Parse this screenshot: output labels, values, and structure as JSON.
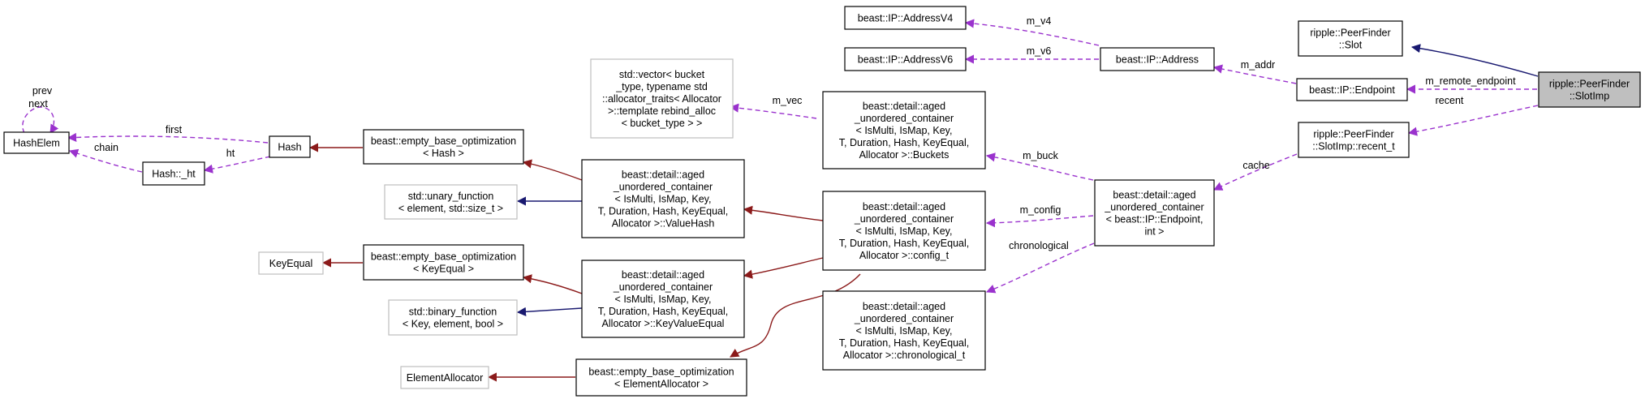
{
  "nodes": {
    "hashelem": [
      "HashElem"
    ],
    "hash": [
      "Hash"
    ],
    "hash_ht": [
      "Hash::_ht"
    ],
    "ebo_hash": [
      "beast::empty_base_optimization",
      "< Hash >"
    ],
    "unary_function": [
      "std::unary_function",
      "< element, std::size_t >"
    ],
    "keyequal": [
      "KeyEqual"
    ],
    "ebo_keyequal": [
      "beast::empty_base_optimization",
      "< KeyEqual >"
    ],
    "binary_function": [
      "std::binary_function",
      "< Key, element, bool >"
    ],
    "elementallocator": [
      "ElementAllocator"
    ],
    "ebo_elementallocator": [
      "beast::empty_base_optimization",
      "< ElementAllocator >"
    ],
    "std_vector": [
      "std::vector< bucket",
      "_type, typename std",
      "::allocator_traits< Allocator",
      ">::template rebind_alloc",
      "< bucket_type > >"
    ],
    "valuehash": [
      "beast::detail::aged",
      "_unordered_container",
      "< IsMulti, IsMap, Key,",
      "T, Duration, Hash, KeyEqual,",
      "Allocator >::ValueHash"
    ],
    "keyvalueequal": [
      "beast::detail::aged",
      "_unordered_container",
      "< IsMulti, IsMap, Key,",
      "T, Duration, Hash, KeyEqual,",
      "Allocator >::KeyValueEqual"
    ],
    "buckets": [
      "beast::detail::aged",
      "_unordered_container",
      "< IsMulti, IsMap, Key,",
      "T, Duration, Hash, KeyEqual,",
      "Allocator >::Buckets"
    ],
    "config_t": [
      "beast::detail::aged",
      "_unordered_container",
      "< IsMulti, IsMap, Key,",
      "T, Duration, Hash, KeyEqual,",
      "Allocator >::config_t"
    ],
    "chronological_t": [
      "beast::detail::aged",
      "_unordered_container",
      "< IsMulti, IsMap, Key,",
      "T, Duration, Hash, KeyEqual,",
      "Allocator >::chronological_t"
    ],
    "addressv4": [
      "beast::IP::AddressV4"
    ],
    "addressv6": [
      "beast::IP::AddressV6"
    ],
    "address": [
      "beast::IP::Address"
    ],
    "endpoint": [
      "beast::IP::Endpoint"
    ],
    "aged_endpoint": [
      "beast::detail::aged",
      "_unordered_container",
      "< beast::IP::Endpoint,",
      "int >"
    ],
    "slot": [
      "ripple::PeerFinder",
      "::Slot"
    ],
    "recent_t": [
      "ripple::PeerFinder",
      "::SlotImp::recent_t"
    ],
    "slotimp": [
      "ripple::PeerFinder",
      "::SlotImp"
    ]
  },
  "edges": {
    "prev": "prev",
    "next": "next",
    "first": "first",
    "chain": "chain",
    "ht": "ht",
    "m_vec": "m_vec",
    "m_buck": "m_buck",
    "m_config": "m_config",
    "chronological": "chronological",
    "cache": "cache",
    "m_v4": "m_v4",
    "m_v6": "m_v6",
    "m_addr": "m_addr",
    "m_remote_endpoint": "m_remote_endpoint",
    "recent": "recent"
  },
  "colors": {
    "inheritance_public": "#191970",
    "inheritance_private": "#8b1a1a",
    "usage": "#9a32cd",
    "focus_fill": "#bfbfbf",
    "gray_border": "#bfbfbf"
  }
}
